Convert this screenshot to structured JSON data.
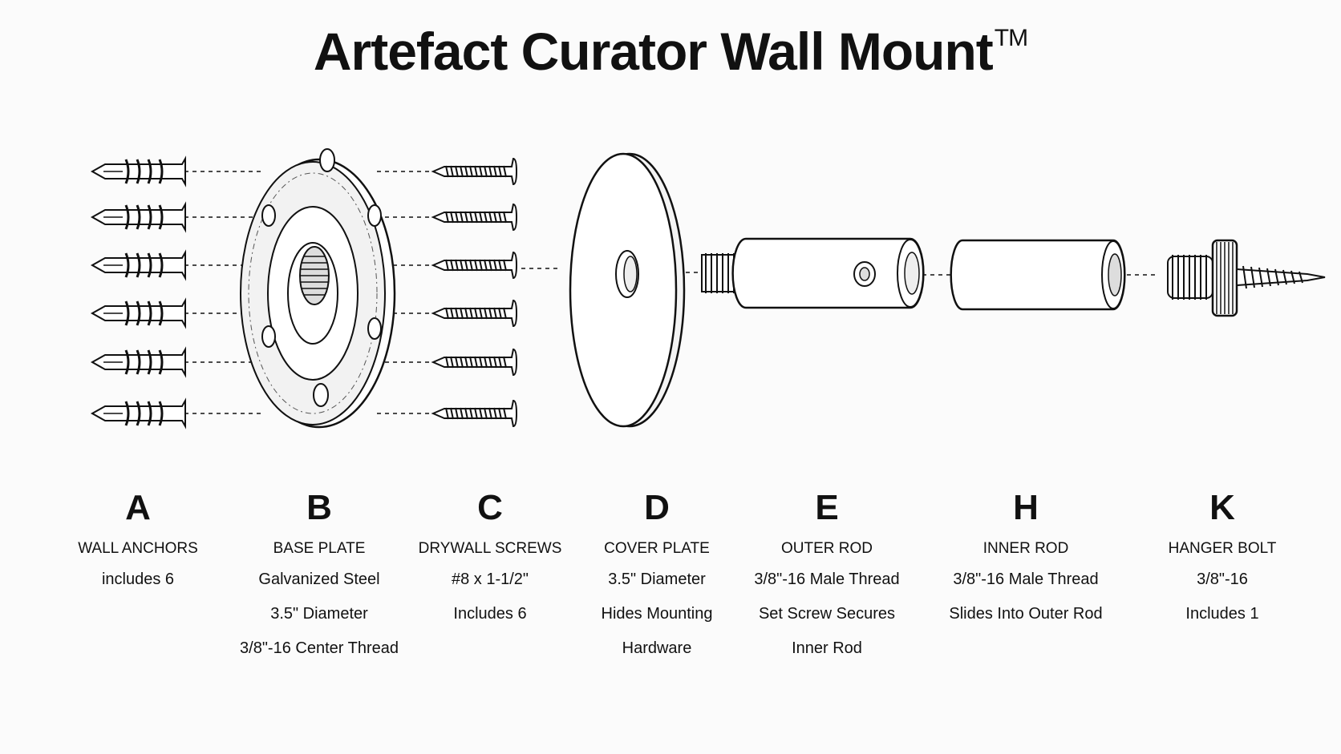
{
  "title": "Artefact Curator Wall Mount",
  "title_mark": "TM",
  "parts": [
    {
      "letter": "A",
      "name": "WALL ANCHORS",
      "lines": [
        "includes 6"
      ]
    },
    {
      "letter": "B",
      "name": "BASE PLATE",
      "lines": [
        "Galvanized Steel",
        "3.5\" Diameter",
        "3/8\"-16 Center Thread"
      ]
    },
    {
      "letter": "C",
      "name": "DRYWALL SCREWS",
      "lines": [
        "#8 x 1-1/2\"",
        "Includes 6"
      ]
    },
    {
      "letter": "D",
      "name": "COVER PLATE",
      "lines": [
        "3.5\" Diameter",
        "Hides Mounting",
        "Hardware"
      ]
    },
    {
      "letter": "E",
      "name": "OUTER ROD",
      "lines": [
        "3/8\"-16 Male Thread",
        "Set Screw Secures",
        "Inner Rod"
      ]
    },
    {
      "letter": "H",
      "name": "INNER ROD",
      "lines": [
        "3/8\"-16 Male Thread",
        "Slides Into Outer Rod"
      ]
    },
    {
      "letter": "K",
      "name": "HANGER BOLT",
      "lines": [
        "3/8\"-16",
        "Includes 1"
      ]
    }
  ],
  "colors": {
    "ink": "#111111",
    "background": "#fbfbfb",
    "metal_fill": "#f2f2f2"
  }
}
